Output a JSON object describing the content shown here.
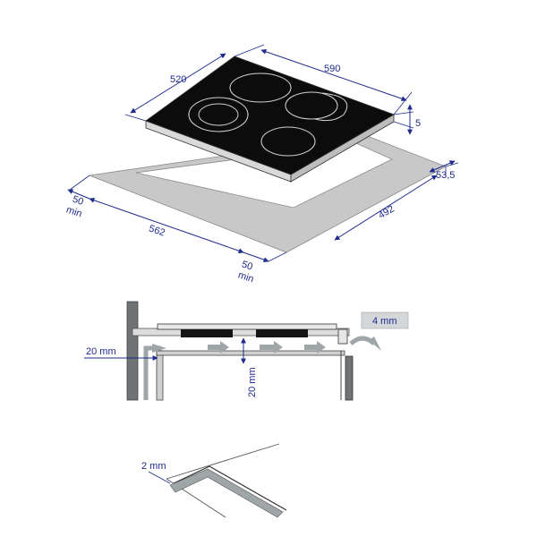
{
  "colors": {
    "dimension": "#1e2a8c",
    "cutout_plate": "#c8c8c8",
    "hob_glass": "#0c0c0c",
    "airflow_arrow": "#9fa6a8",
    "wall": "#6f7375"
  },
  "top_view": {
    "width_label": "590",
    "depth_label": "520",
    "thickness_label": "5",
    "cutout_depth_label": "53,5",
    "cutout_side_label": "492",
    "cutout_front_label": "562",
    "min_gap_left_value": "50",
    "min_gap_left_unit": "min",
    "min_gap_front_value": "50",
    "min_gap_front_unit": "min"
  },
  "ventilation_view": {
    "rear_gap_label": "20 mm",
    "vertical_gap_label": "20 mm",
    "front_gap_label": "4 mm"
  },
  "seal_view": {
    "seal_label": "2 mm"
  }
}
